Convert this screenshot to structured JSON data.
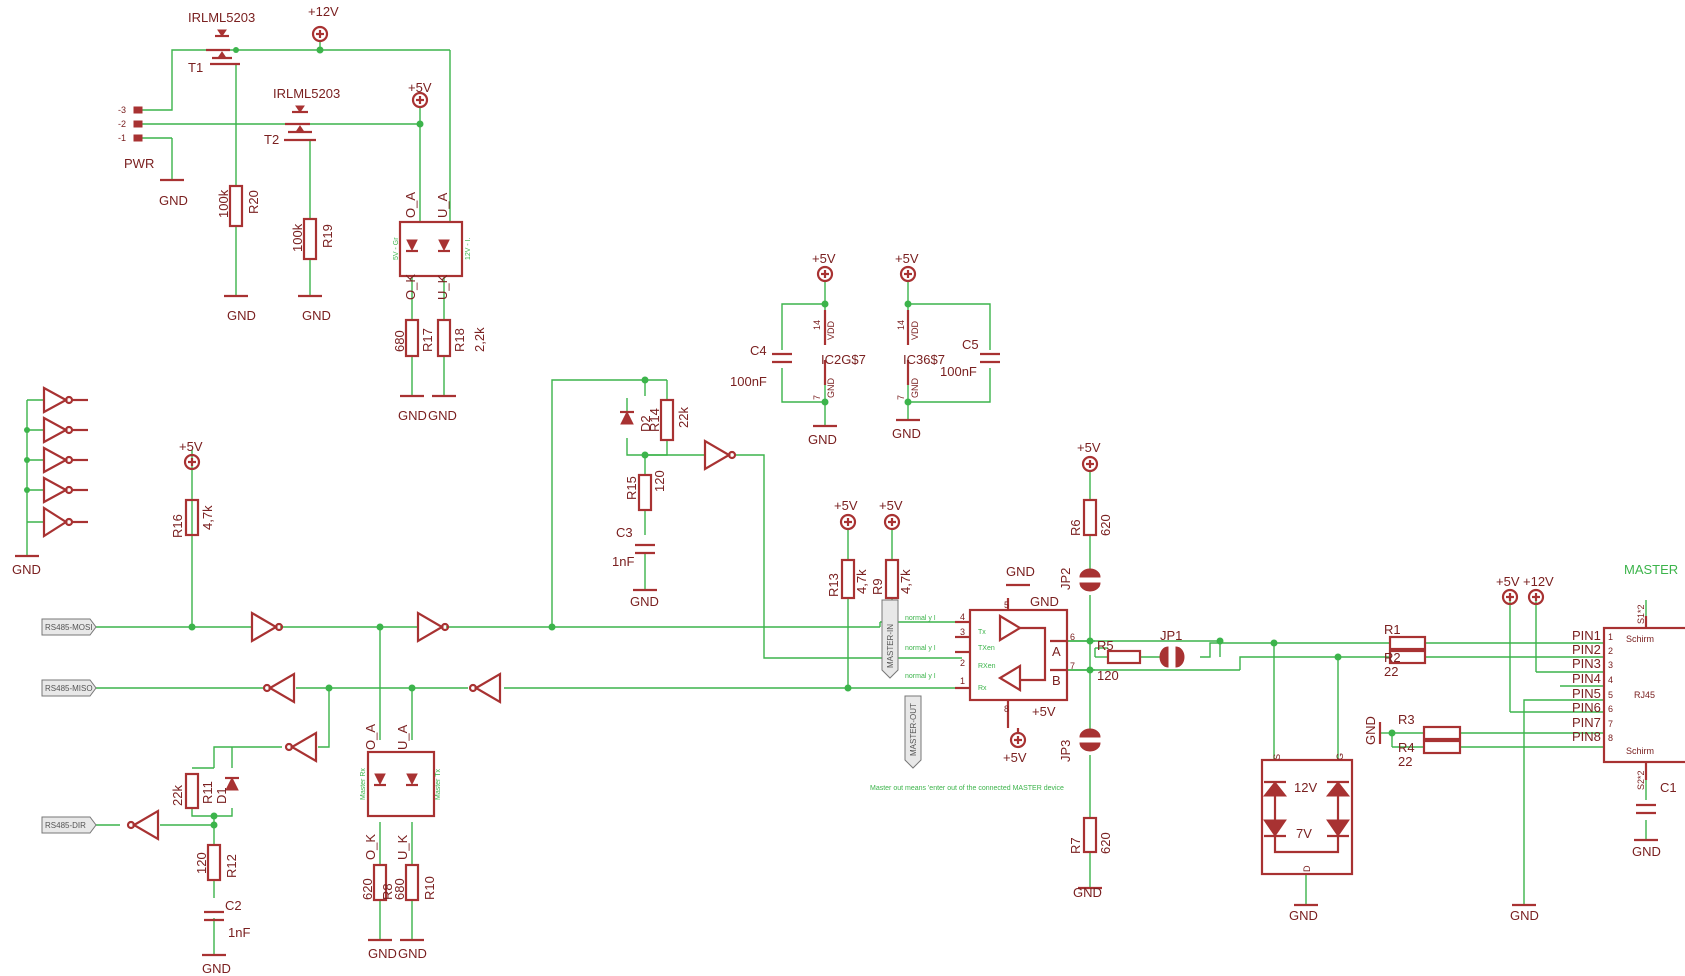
{
  "components": {
    "t1_part": "IRLML5203",
    "t1_name": "T1",
    "t2_part": "IRLML5203",
    "t2_name": "T2",
    "pwr": "PWR",
    "pwr_pins": [
      "-3",
      "-2",
      "-1"
    ],
    "r20": "R20",
    "r20_val": "100k",
    "r19": "R19",
    "r19_val": "100k",
    "r17": "R17",
    "r17_val": "680",
    "r18": "R18",
    "r18_val": "2,2k",
    "led_top_a": "O_A",
    "led_top_a2": "U_A",
    "led_top_k": "O_K",
    "led_top_k2": "U_K",
    "led_top_left": "5V - Gr",
    "led_top_right": "12V - I.",
    "c4": "C4",
    "c4_val": "100nF",
    "c5": "C5",
    "c5_val": "100nF",
    "ic2": "IC2G$7",
    "ic3": "IC36$7",
    "pin14": "14",
    "pin7": "7",
    "vdd": "VDD",
    "gnd_pin": "GND",
    "r14": "R14",
    "r14_val": "22k",
    "d2": "D2",
    "r15": "R15",
    "r15_val": "120",
    "c3": "C3",
    "c3_val": "1nF",
    "r16": "R16",
    "r16_val": "4,7k",
    "r13": "R13",
    "r13_val": "4,7k",
    "r9": "R9",
    "r9_val": "4,7k",
    "r6": "R6",
    "r6_val": "620",
    "r7": "R7",
    "r7_val": "620",
    "jp2": "JP2",
    "jp3": "JP3",
    "jp1": "JP1",
    "r5": "R5",
    "r5_val": "120",
    "r1": "R1",
    "r2": "R2",
    "r3": "R3",
    "r4": "R4",
    "r22": "22",
    "r11": "R11",
    "r11_val": "22k",
    "d1": "D1",
    "r12": "R12",
    "r12_val": "120",
    "c2": "C2",
    "c2_val": "1nF",
    "r8": "R8",
    "r8_val": "620",
    "r10": "R10",
    "r10_val": "680",
    "led_bot_left": "Master Rx",
    "led_bot_right": "Master Tx",
    "zener_12": "12V",
    "zener_7": "7V",
    "zener_s": "S",
    "zener_g": "G",
    "zener_d": "D",
    "c1": "C1",
    "s1": "S1*2",
    "s2": "S2*2",
    "master": "MASTER",
    "rj45": "RJ45",
    "schirm": "Schirm",
    "pins": [
      "PIN1",
      "PIN2",
      "PIN3",
      "PIN4",
      "PIN5",
      "PIN6",
      "PIN7",
      "PIN8"
    ],
    "pin_nums": [
      "1",
      "2",
      "3",
      "4",
      "5",
      "6",
      "7",
      "8"
    ],
    "ic_tx": "Tx",
    "ic_txen": "TXen",
    "ic_rxen": "RXen",
    "ic_rx": "Rx",
    "ic_a": "A",
    "ic_b": "B",
    "ic_pins": [
      "4",
      "3",
      "2",
      "1",
      "5",
      "6",
      "7",
      "8"
    ],
    "ic_normal": "normal y I",
    "note": "Master out means 'enter out of the connected MASTER device"
  },
  "power": {
    "p12": "+12V",
    "p5": "+5V",
    "gnd": "GND"
  },
  "netlabels": {
    "rs485_mosi": "RS485-MOSI",
    "rs485_miso": "RS485-MISO",
    "rs485_dir": "RS485-DIR",
    "master_in": "MASTER-IN",
    "master_out": "MASTER-OUT"
  },
  "colors": {
    "wire": "#3cb44b",
    "part": "#a83232"
  }
}
